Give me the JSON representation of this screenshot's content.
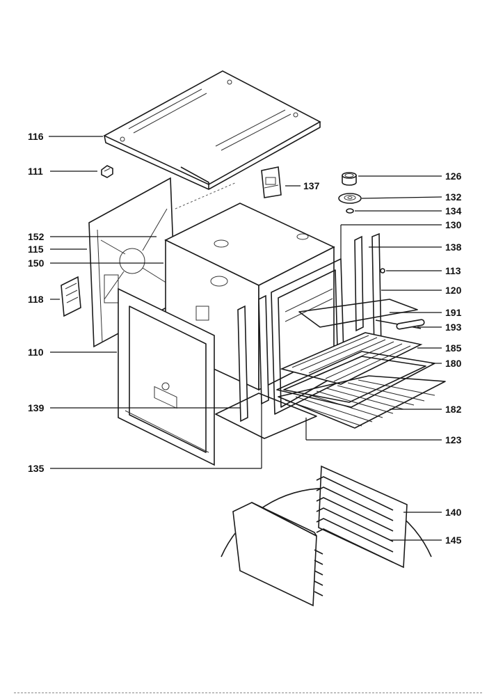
{
  "labels": {
    "l116": "116",
    "l111": "111",
    "l152": "152",
    "l115": "115",
    "l150": "150",
    "l118": "118",
    "l110": "110",
    "l139": "139",
    "l135": "135",
    "l137": "137",
    "l126": "126",
    "l132": "132",
    "l134": "134",
    "l130": "130",
    "l138": "138",
    "l113": "113",
    "l120": "120",
    "l191": "191",
    "l193": "193",
    "l185": "185",
    "l180": "180",
    "l182": "182",
    "l123": "123",
    "l140": "140",
    "l145": "145"
  }
}
